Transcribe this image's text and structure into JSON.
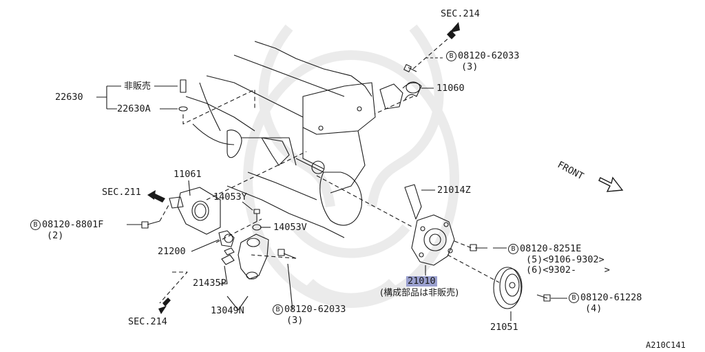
{
  "diagram": {
    "figure_id": "A210C141",
    "front_label": "FRONT",
    "bolt_prefix": "B",
    "refs": {
      "sec214_top": "SEC.214",
      "sec211": "SEC.211",
      "sec214_bottom": "SEC.214"
    },
    "parts": {
      "p22630": "22630",
      "p22630_not_sold": "非販売",
      "p22630A": "22630A",
      "p11060": "11060",
      "p11061": "11061",
      "p14053Y": "14053Y",
      "p14053V": "14053V",
      "p21200": "21200",
      "p21435P": "21435P",
      "p13049N": "13049N",
      "p21014Z": "21014Z",
      "p21010": "21010",
      "p21010_note": "(構成部品は非販売)",
      "p21051": "21051"
    },
    "bolts": {
      "b_top": {
        "code": "08120-62033",
        "qty": "(3)"
      },
      "b_left": {
        "code": "08120-8801F",
        "qty": "(2)"
      },
      "b_bottom": {
        "code": "08120-62033",
        "qty": "(3)"
      },
      "b_pump": {
        "code": "08120-8251E",
        "qty1": "(5)<9106-9302>",
        "qty2": "(6)<9302-     >"
      },
      "b_pulley": {
        "code": "08120-61228",
        "qty": "(4)"
      }
    },
    "colors": {
      "line": "#1a1a1a",
      "highlight": "#9aa0cf",
      "watermark": "#ececec"
    }
  }
}
